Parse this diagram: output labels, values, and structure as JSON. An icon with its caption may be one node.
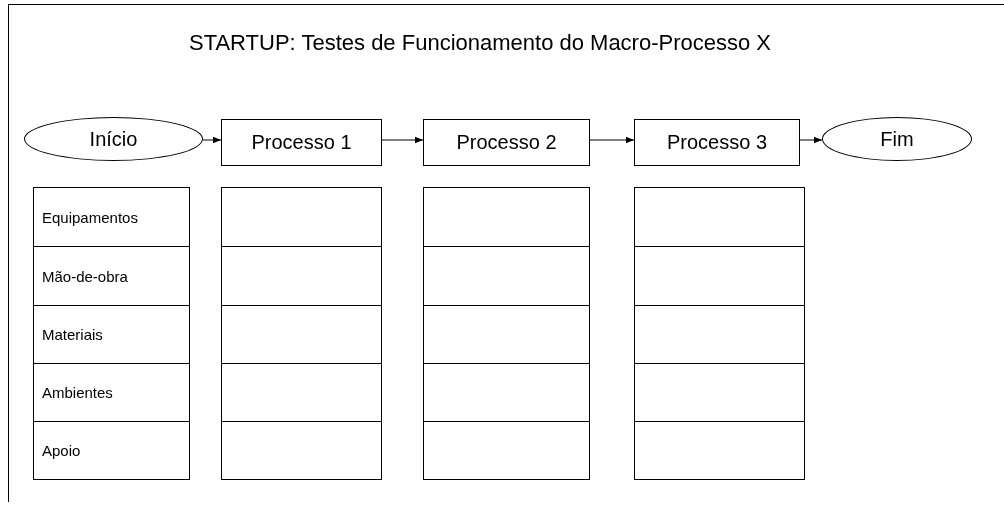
{
  "diagram": {
    "title": "STARTUP: Testes de Funcionamento do Macro-Processo X",
    "nodes": [
      {
        "text": [
          "Início"
        ]
      },
      {
        "text": [
          "Processo 1"
        ]
      },
      {
        "text": [
          "Processo 2"
        ]
      },
      {
        "text": [
          "Processo 3"
        ]
      },
      {
        "text": [
          "Fim"
        ]
      }
    ],
    "edges": [
      {
        "from": 0,
        "to": 1,
        "arrow": "to"
      },
      {
        "from": 1,
        "to": 2,
        "arrow": "to"
      },
      {
        "from": 2,
        "to": 3,
        "arrow": "to"
      },
      {
        "from": 3,
        "to": 4,
        "arrow": "to"
      }
    ],
    "labels": [
      "Equipamentos",
      "Mão-de-obra",
      "Materiais",
      "Ambientes",
      "Apoio"
    ]
  }
}
